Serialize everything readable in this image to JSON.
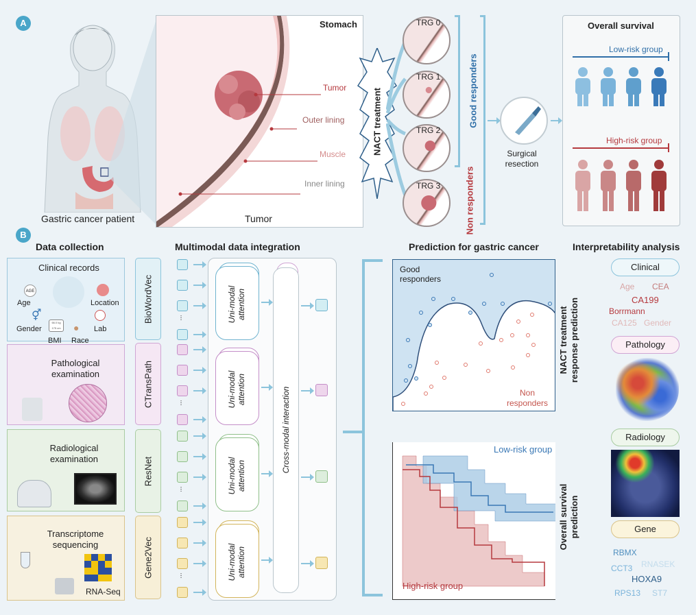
{
  "panelA": {
    "letter": "A",
    "patient_label": "Gastric cancer patient",
    "stomach_label": "Stomach",
    "tumor_bottom_label": "Tumor",
    "layers": [
      "Tumor",
      "Outer lining",
      "Muscle",
      "Inner lining"
    ],
    "nact_label": "NACT treatment",
    "trg": [
      "TRG 0",
      "TRG 1",
      "TRG 2",
      "TRG 3"
    ],
    "good_responders": "Good responders",
    "non_responders": "Non responders",
    "surgical_label": "Surgical resection",
    "survival_title": "Overall survival",
    "low_risk": "Low-risk group",
    "high_risk": "High-risk group"
  },
  "panelB": {
    "letter": "B",
    "data_collection_title": "Data collection",
    "integration_title": "Multimodal data integration",
    "prediction_title": "Prediction for gastric cancer",
    "interp_title": "Interpretability analysis",
    "clinical_title": "Clinical records",
    "clinical_items": [
      "AGE",
      "Age",
      "Location",
      "Gender",
      "Lab",
      "BMI",
      "Race",
      "66.0 kg\n175 cm"
    ],
    "pathology_title": "Pathological examination",
    "radiology_title": "Radiological examination",
    "transcriptome_title": "Transcriptome sequencing",
    "rnaseq_label": "RNA-Seq",
    "encoders": [
      "BioWordVec",
      "CTransPath",
      "ResNet",
      "Gene2Vec"
    ],
    "ellipsis": "...",
    "unimodal_label": "Uni-modal attention",
    "crossmodal_label": "Cross-modal interaction",
    "scatter_good": "Good responders",
    "scatter_non": "Non responders",
    "nact_pred_label": "NACT treatment response prediction",
    "os_pred_label": "Overall survival prediction",
    "km_low": "Low-risk group",
    "km_high": "High-risk group",
    "interp": {
      "clinical": "Clinical",
      "clinical_words": [
        "Age",
        "CEA",
        "CA199",
        "Borrmann",
        "CA125",
        "Gender"
      ],
      "pathology": "Pathology",
      "radiology": "Radiology",
      "gene": "Gene",
      "gene_words": [
        "RBMX",
        "CCT3",
        "RNASEK",
        "HOXA9",
        "RPS13",
        "ST7"
      ]
    }
  },
  "colors": {
    "accent_blue": "#4aa6c9",
    "good_blue": "#3a78b5",
    "bad_red": "#b5393e",
    "clinical_sq": "#d3eef3",
    "path_sq": "#eed6ec",
    "resnet_sq": "#ddeedd",
    "gene_sq": "#f7e7b3"
  }
}
